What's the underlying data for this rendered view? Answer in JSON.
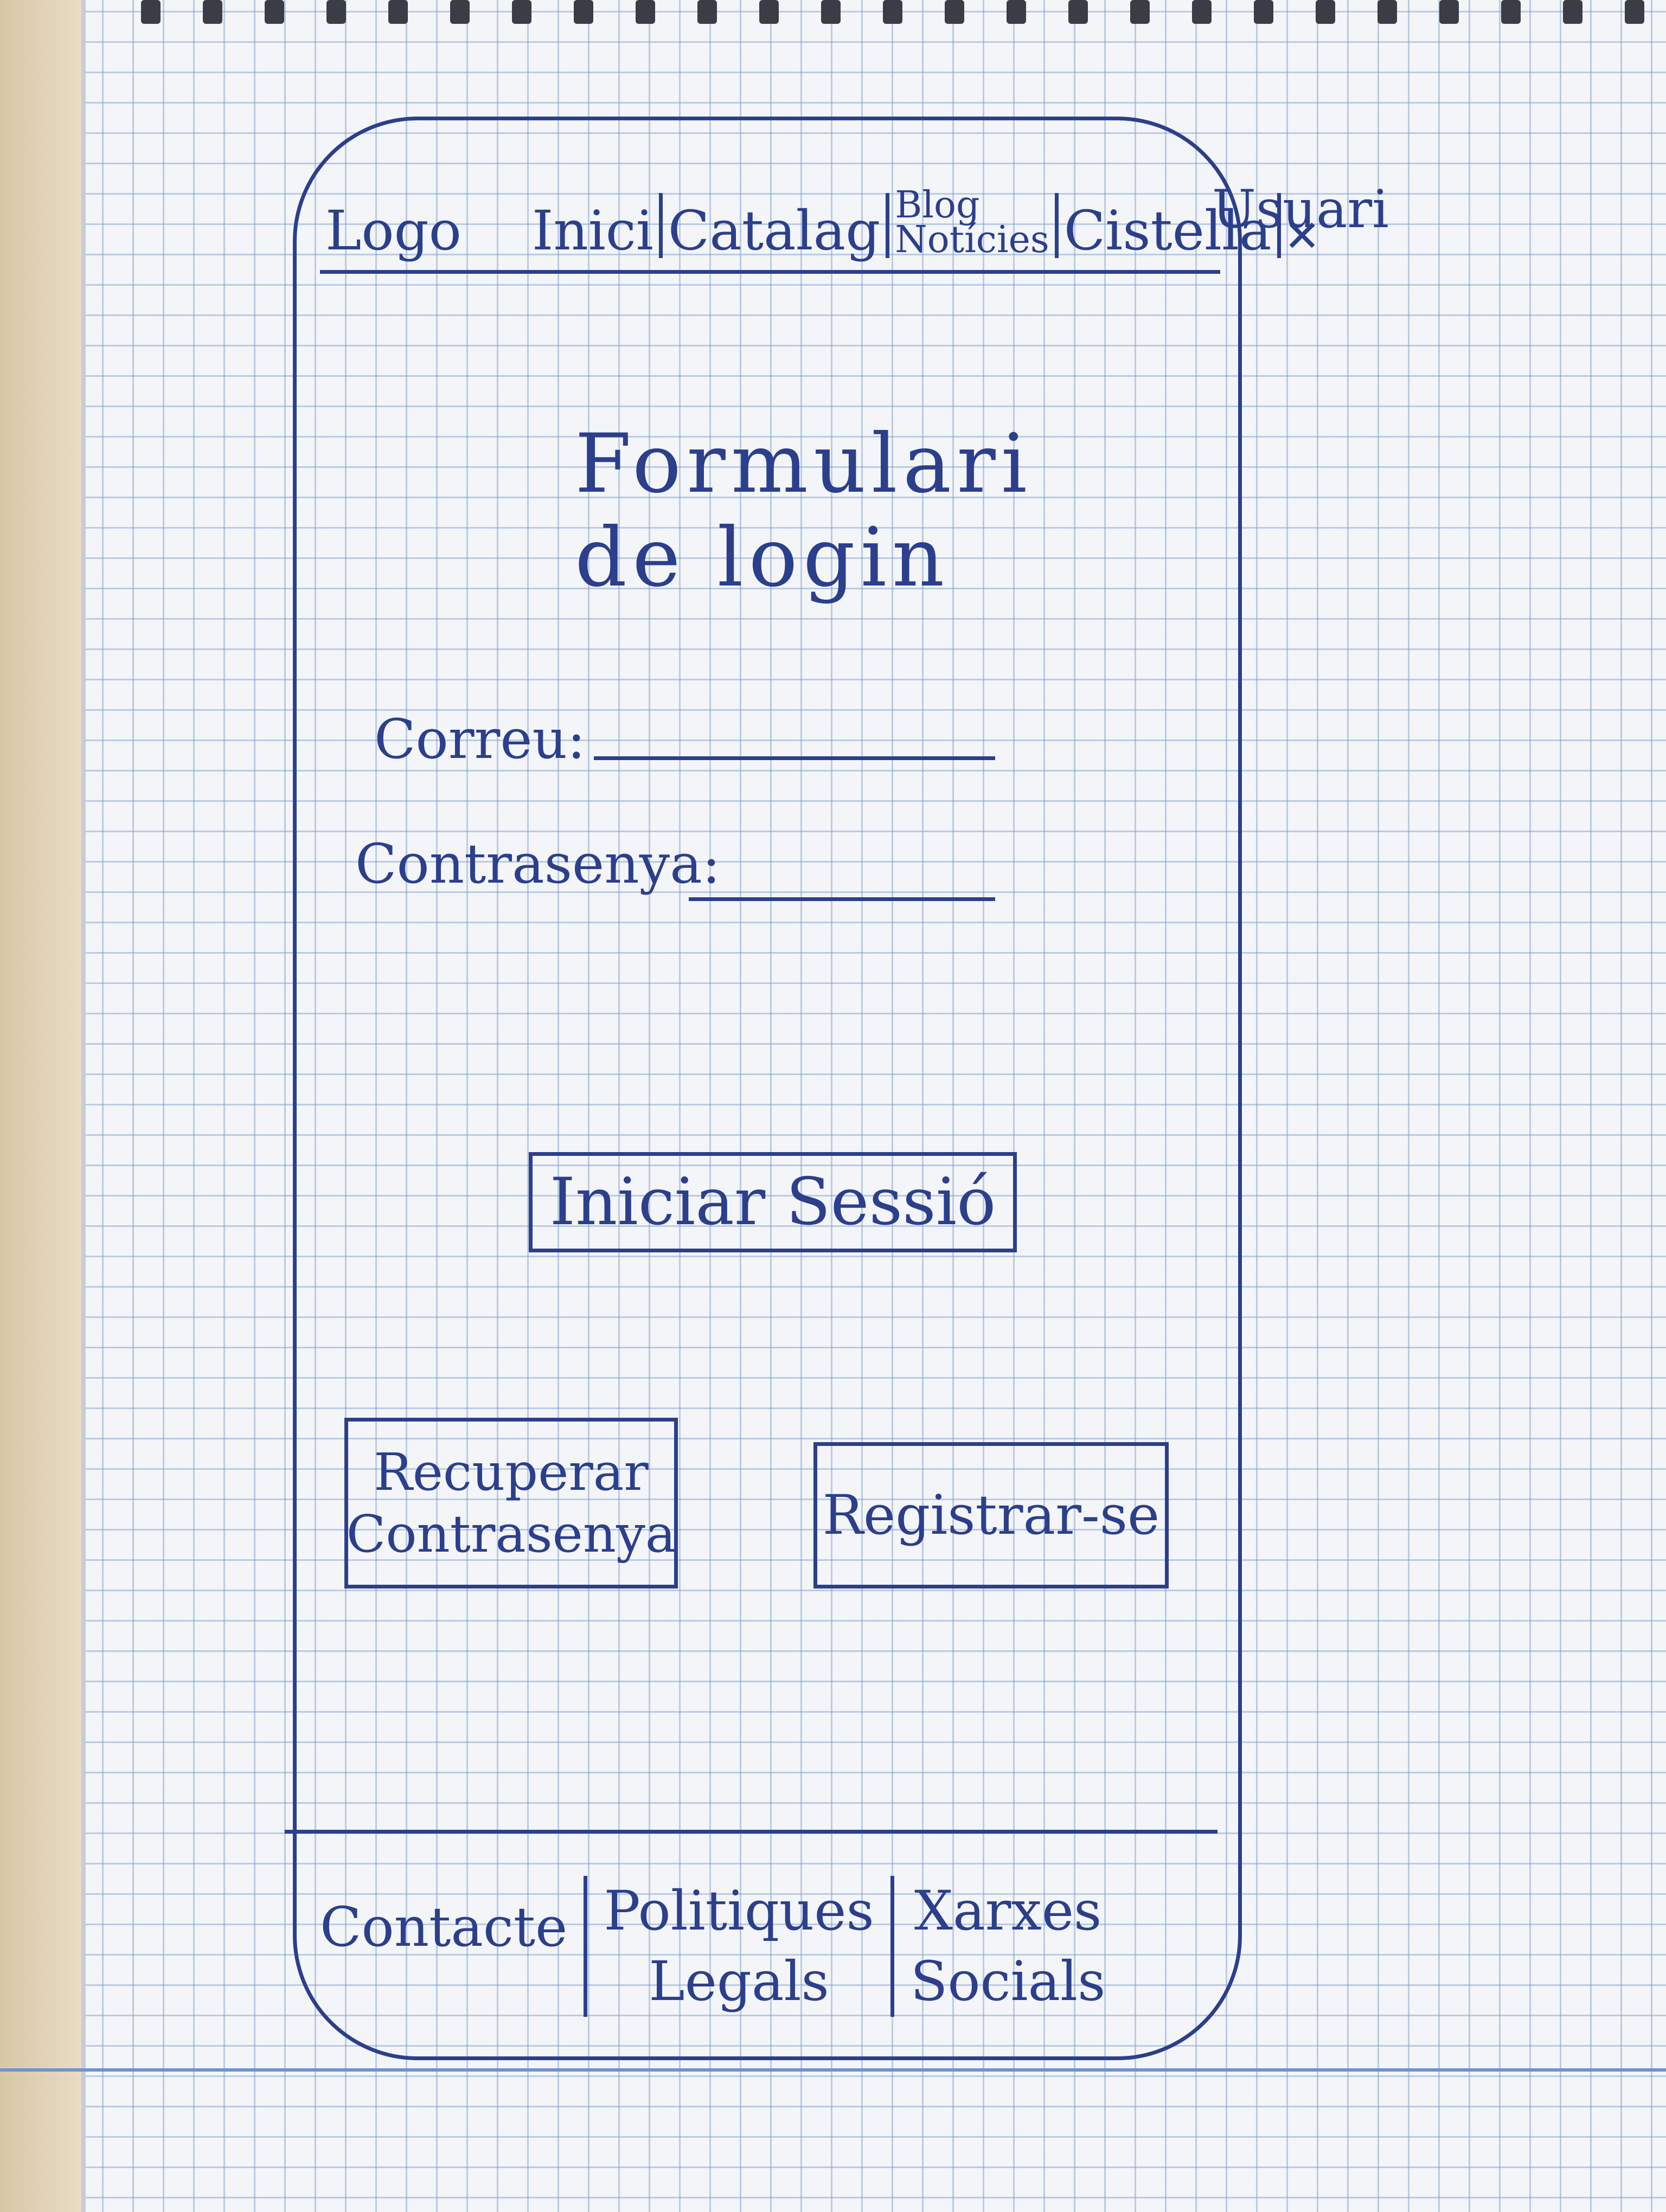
{
  "header": {
    "logo": "Logo",
    "nav": {
      "inici": "Inici",
      "cataleg": "Catalag",
      "blog_line1": "Blog",
      "blog_line2": "Notícies",
      "cistella": "Cistella"
    },
    "user_icon": "close-icon",
    "usuari": "Usuari"
  },
  "main": {
    "title_line1": "Formulari",
    "title_line2": "de login",
    "email_label": "Correu:",
    "password_label": "Contrasenya:",
    "login_button": "Iniciar Sessió",
    "recover_line1": "Recuperar",
    "recover_line2": "Contrasenya",
    "register_button": "Registrar-se"
  },
  "footer": {
    "contacte": "Contacte",
    "politiques_line1": "Politiques",
    "politiques_line2": "Legals",
    "xarxes_line1": "Xarxes",
    "xarxes_line2": "Socials"
  },
  "colors": {
    "ink": "#2c3f8c",
    "grid": "#7896cd",
    "paper": "#f3f5f8"
  }
}
